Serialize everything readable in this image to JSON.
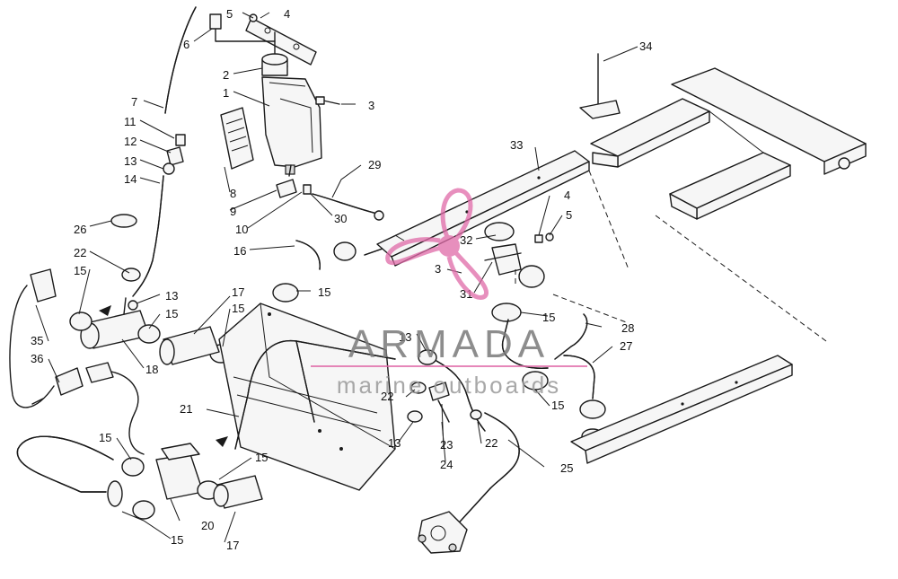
{
  "watermark": {
    "brand": "ARMADA",
    "tagline": "marine outboards",
    "logo_color": "#e06aa8"
  },
  "callouts": [
    "1",
    "2",
    "3",
    "3",
    "3",
    "4",
    "4",
    "5",
    "5",
    "6",
    "7",
    "8",
    "9",
    "10",
    "11",
    "12",
    "13",
    "13",
    "13",
    "13",
    "14",
    "15",
    "15",
    "15",
    "15",
    "15",
    "15",
    "15",
    "15",
    "15",
    "15",
    "16",
    "17",
    "17",
    "18",
    "20",
    "21",
    "22",
    "22",
    "22",
    "23",
    "24",
    "25",
    "26",
    "27",
    "28",
    "29",
    "30",
    "31",
    "32",
    "33",
    "34",
    "35",
    "36"
  ]
}
